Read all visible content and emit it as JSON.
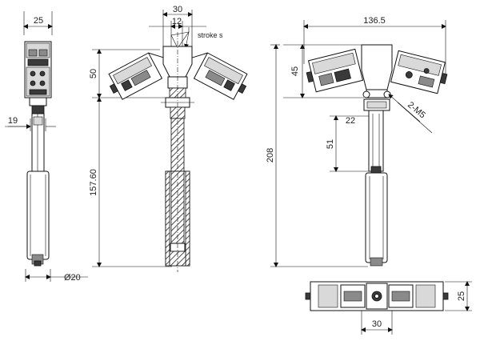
{
  "dimensions": {
    "front_width": "25",
    "front_19": "19",
    "front_dia": "Ø20",
    "side_30": "30",
    "side_12": "12",
    "stroke": "stroke s",
    "side_50": "50",
    "side_157": "157.60",
    "top_136": "136.5",
    "top_45": "45",
    "top_22": "22",
    "top_m5": "2-M5",
    "top_51": "51",
    "top_208": "208",
    "bottom_25": "25",
    "bottom_30": "30"
  }
}
